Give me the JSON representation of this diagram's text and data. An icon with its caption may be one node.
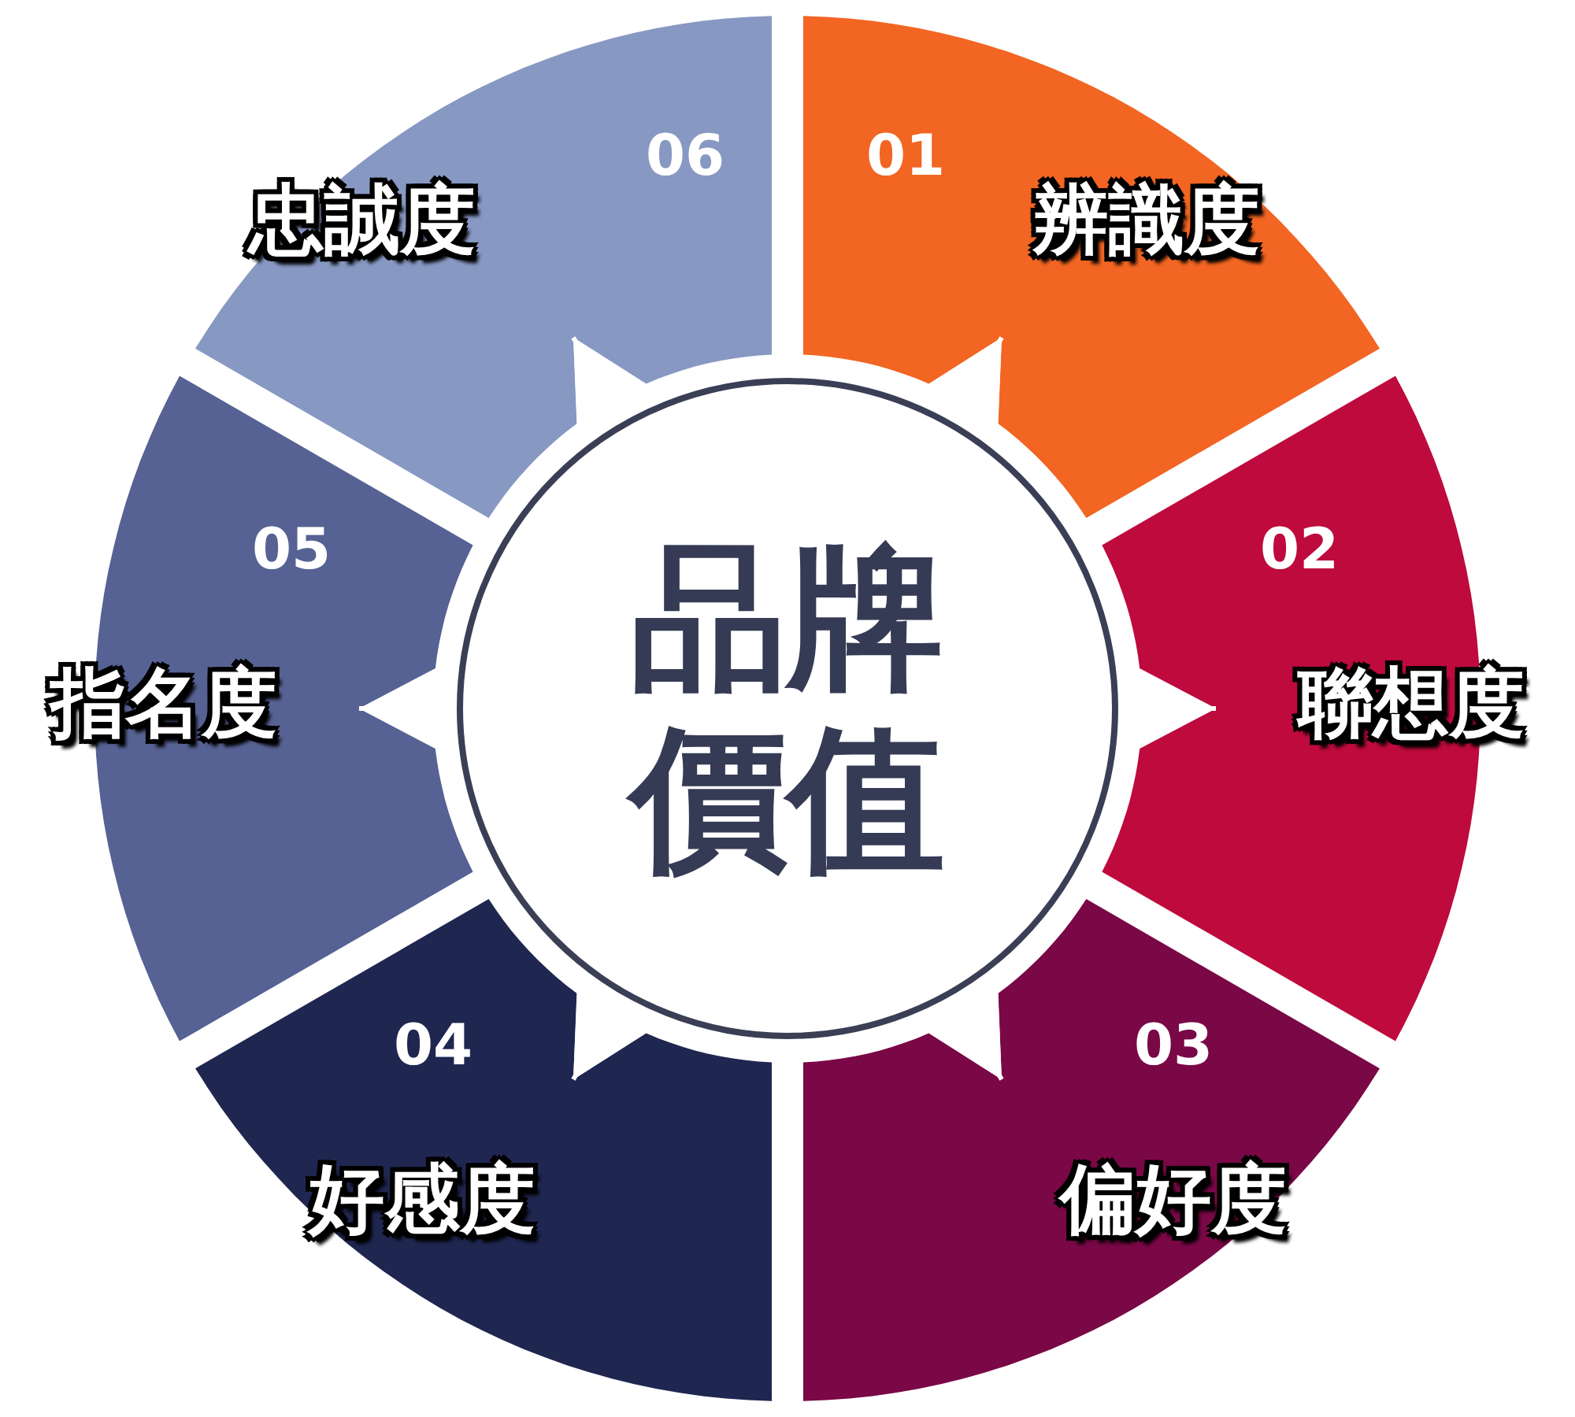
{
  "diagram": {
    "nodes": [
      {
        "text": [
          "01",
          "辨識度"
        ]
      },
      {
        "text": [
          "02",
          "聯想度"
        ]
      },
      {
        "text": [
          "03",
          "偏好度"
        ]
      },
      {
        "text": [
          "04",
          "好感度"
        ]
      },
      {
        "text": [
          "05",
          "指名度"
        ]
      },
      {
        "text": [
          "06",
          "忠誠度"
        ]
      },
      {
        "text": [
          "品牌價值"
        ]
      }
    ],
    "edges": [
      {
        "from": 6,
        "to": 0,
        "arrow": "to"
      },
      {
        "from": 6,
        "to": 1,
        "arrow": "to"
      },
      {
        "from": 6,
        "to": 2,
        "arrow": "to"
      },
      {
        "from": 6,
        "to": 3,
        "arrow": "to"
      },
      {
        "from": 6,
        "to": 4,
        "arrow": "to"
      },
      {
        "from": 6,
        "to": 5,
        "arrow": "to"
      }
    ]
  }
}
